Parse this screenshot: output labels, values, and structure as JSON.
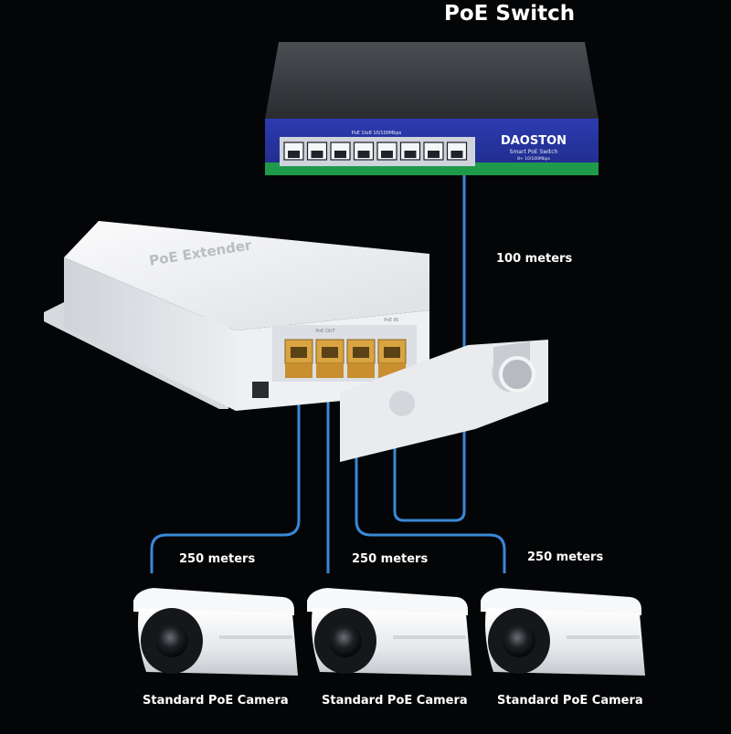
{
  "title": "PoE Switch",
  "switch": {
    "brand": "DAOSTON",
    "model": "Smart PoE Switch",
    "port_header": "PoE 1to8 10/100Mbps",
    "spec": "8+ 10/100Mbps",
    "ports": 8
  },
  "extender": {
    "name": "PoE Extender",
    "out_label": "PoE OUT",
    "in_label": "PoE IN",
    "ports": 4
  },
  "uplink_distance": "100 meters",
  "cameras": [
    {
      "label": "Standard PoE Camera",
      "distance": "250 meters"
    },
    {
      "label": "Standard PoE Camera",
      "distance": "250 meters"
    },
    {
      "label": "Standard PoE Camera",
      "distance": "250 meters"
    }
  ],
  "colors": {
    "background": "#040507",
    "cable": "#3b87d6",
    "switch_front": "#2a37a8",
    "switch_green": "#1f9a4a",
    "extender_body": "#e7e9ec",
    "rj45_gold": "#d9a441",
    "camera_body": "#eef0f2"
  }
}
